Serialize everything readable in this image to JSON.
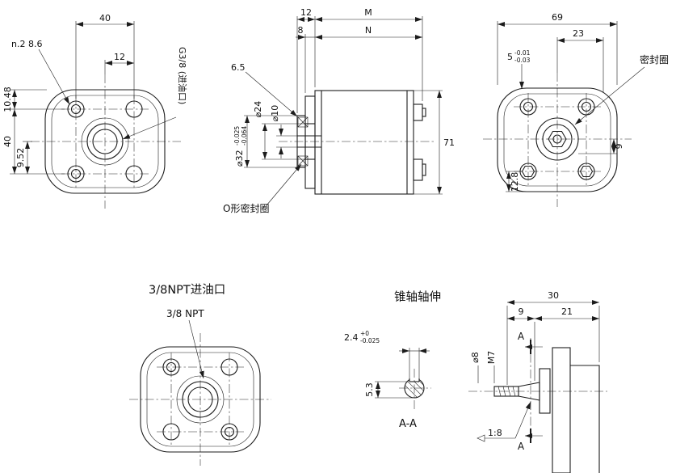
{
  "drawing": {
    "front_view": {
      "dim_top_width": "40",
      "dim_holes": "n.2 8.6",
      "dim_hole_offset": "12",
      "dim_left_top": "10.48",
      "dim_left_height": "40",
      "dim_left_bottom": "9.52",
      "port_label": "G3/8 (进油口)"
    },
    "side_view": {
      "dim_12": "12",
      "dim_M": "M",
      "dim_8": "8",
      "dim_N": "N",
      "dim_65": "6.5",
      "dim_d32": "⌀32",
      "d32_tol_upper": "-0.025",
      "d32_tol_lower": "-0.064",
      "dim_d24": "⌀24",
      "dim_d10": "⌀10",
      "dim_71": "71",
      "oring_label": "O形密封圈"
    },
    "rear_view": {
      "dim_69": "69",
      "dim_23": "23",
      "dim_5": "5",
      "d5_tol_upper": "-0.01",
      "d5_tol_lower": "-0.03",
      "seal_label": "密封圈",
      "dim_9": "9",
      "dim_128": "12.8"
    },
    "npt_view": {
      "title": "3/8NPT进油口",
      "port_label": "3/8 NPT"
    },
    "section_view": {
      "title": "锥轴轴伸",
      "dim_24": "2.4",
      "d24_tol_upper": "+0",
      "d24_tol_lower": "-0.025",
      "dim_53": "5.3",
      "label": "A-A"
    },
    "shaft_view": {
      "dim_30": "30",
      "dim_9": "9",
      "dim_21": "21",
      "dim_d8": "⌀8",
      "dim_M7": "M7",
      "section_a_top": "A",
      "section_a_bottom": "A",
      "taper_ratio": "1:8"
    }
  }
}
